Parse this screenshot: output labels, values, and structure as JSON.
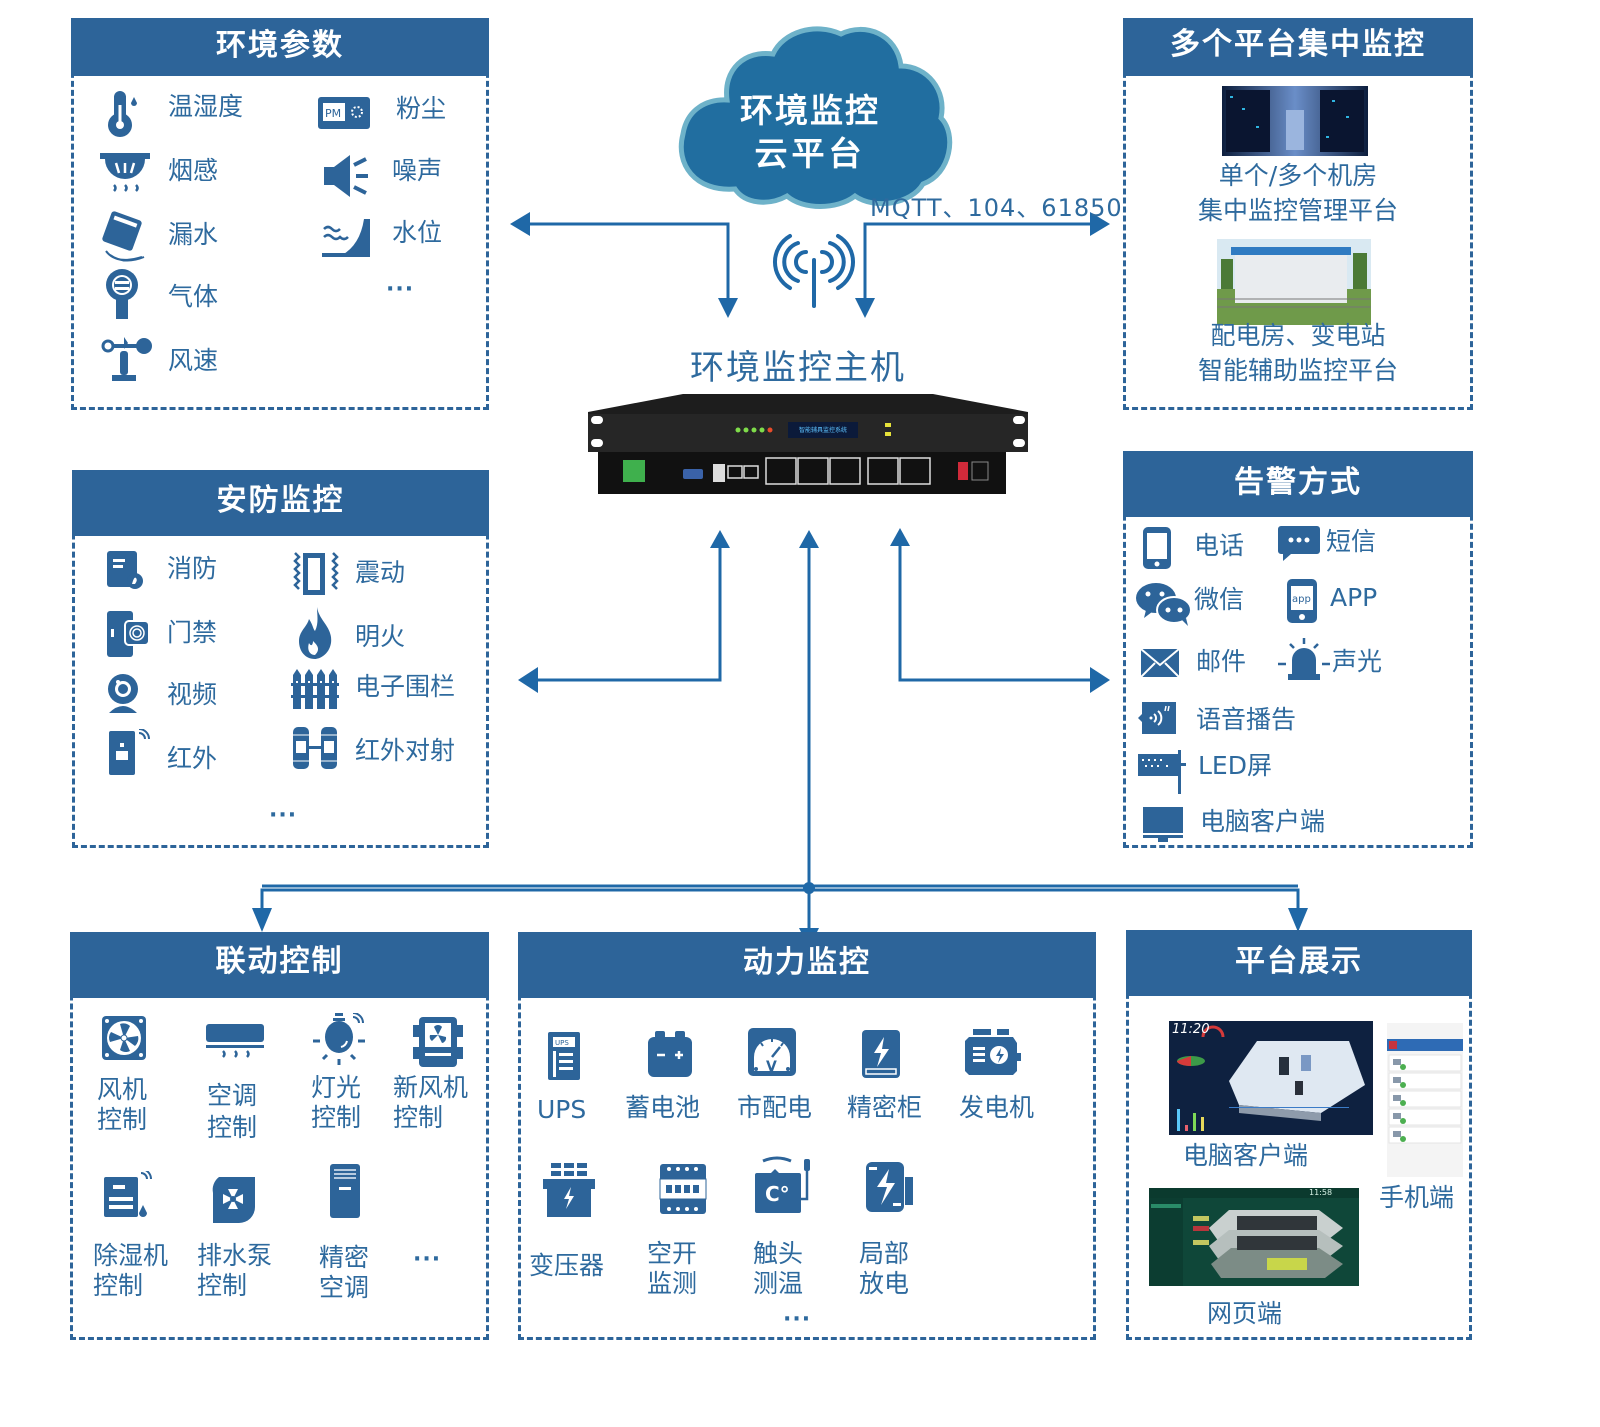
{
  "colors": {
    "primary": "#2d6499",
    "arrow": "#1f68a7",
    "text": "#2e6a9e",
    "cloud": "#216ea0",
    "cloud_border": "#6eb2c9"
  },
  "cloud": {
    "line1": "环境监控",
    "line2": "云平台"
  },
  "protocol_label": "MQTT、104、61850",
  "host": {
    "title": "环境监控主机",
    "display_text": "智能辅具监控系统"
  },
  "env_params": {
    "title": "环境参数",
    "items": [
      {
        "label": "温湿度",
        "icon": "thermometer-icon"
      },
      {
        "label": "粉尘",
        "icon": "pm-dust-icon"
      },
      {
        "label": "烟感",
        "icon": "smoke-detector-icon"
      },
      {
        "label": "噪声",
        "icon": "noise-speaker-icon"
      },
      {
        "label": "漏水",
        "icon": "water-leak-icon"
      },
      {
        "label": "水位",
        "icon": "water-level-icon"
      },
      {
        "label": "气体",
        "icon": "gas-detector-icon"
      },
      {
        "label": "风速",
        "icon": "anemometer-icon"
      }
    ],
    "more": "···"
  },
  "multi_platform": {
    "title": "多个平台集中监控",
    "items": [
      {
        "line1": "单个/多个机房",
        "line2": "集中监控管理平台",
        "image": "datacenter-photo"
      },
      {
        "line1": "配电房、变电站",
        "line2": "智能辅助监控平台",
        "image": "substation-photo"
      }
    ]
  },
  "security": {
    "title": "安防监控",
    "items": [
      {
        "label": "消防",
        "icon": "fire-protection-icon"
      },
      {
        "label": "震动",
        "icon": "vibration-icon"
      },
      {
        "label": "门禁",
        "icon": "access-control-icon"
      },
      {
        "label": "明火",
        "icon": "flame-icon"
      },
      {
        "label": "视频",
        "icon": "camera-icon"
      },
      {
        "label": "电子围栏",
        "icon": "electronic-fence-icon"
      },
      {
        "label": "红外",
        "icon": "infrared-icon"
      },
      {
        "label": "红外对射",
        "icon": "infrared-beam-icon"
      }
    ],
    "more": "···"
  },
  "alarm": {
    "title": "告警方式",
    "items": [
      {
        "label": "电话",
        "icon": "phone-icon"
      },
      {
        "label": "短信",
        "icon": "sms-icon"
      },
      {
        "label": "微信",
        "icon": "wechat-icon"
      },
      {
        "label": "APP",
        "icon": "app-icon"
      },
      {
        "label": "邮件",
        "icon": "email-icon"
      },
      {
        "label": "声光",
        "icon": "alarm-light-icon"
      },
      {
        "label": "语音播告",
        "icon": "voice-broadcast-icon"
      },
      {
        "label": "LED屏",
        "icon": "led-screen-icon"
      },
      {
        "label": "电脑客户端",
        "icon": "desktop-monitor-icon"
      }
    ]
  },
  "linkage": {
    "title": "联动控制",
    "items": [
      {
        "line1": "风机",
        "line2": "控制",
        "icon": "fan-icon"
      },
      {
        "line1": "空调",
        "line2": "控制",
        "icon": "air-conditioner-icon"
      },
      {
        "line1": "灯光",
        "line2": "控制",
        "icon": "light-bulb-icon"
      },
      {
        "line1": "新风机",
        "line2": "控制",
        "icon": "fresh-air-icon"
      },
      {
        "line1": "除湿机",
        "line2": "控制",
        "icon": "dehumidifier-icon"
      },
      {
        "line1": "排水泵",
        "line2": "控制",
        "icon": "drain-pump-icon"
      },
      {
        "line1": "精密",
        "line2": "空调",
        "icon": "precision-ac-icon"
      }
    ],
    "more": "···"
  },
  "power": {
    "title": "动力监控",
    "items": [
      {
        "line1": "UPS",
        "line2": "",
        "icon": "ups-icon"
      },
      {
        "line1": "蓄电池",
        "line2": "",
        "icon": "battery-icon"
      },
      {
        "line1": "市配电",
        "line2": "",
        "icon": "voltmeter-icon"
      },
      {
        "line1": "精密柜",
        "line2": "",
        "icon": "precision-cabinet-icon"
      },
      {
        "line1": "发电机",
        "line2": "",
        "icon": "generator-icon"
      },
      {
        "line1": "变压器",
        "line2": "",
        "icon": "transformer-icon"
      },
      {
        "line1": "空开",
        "line2": "监测",
        "icon": "circuit-breaker-icon"
      },
      {
        "line1": "触头",
        "line2": "测温",
        "icon": "contact-temperature-icon"
      },
      {
        "line1": "局部",
        "line2": "放电",
        "icon": "partial-discharge-icon"
      }
    ],
    "more": "···"
  },
  "display": {
    "title": "平台展示",
    "pc_label": "电脑客户端",
    "mobile_label": "手机端",
    "web_label": "网页端",
    "pc_clock": "11:20",
    "web_clock": "11:58"
  }
}
